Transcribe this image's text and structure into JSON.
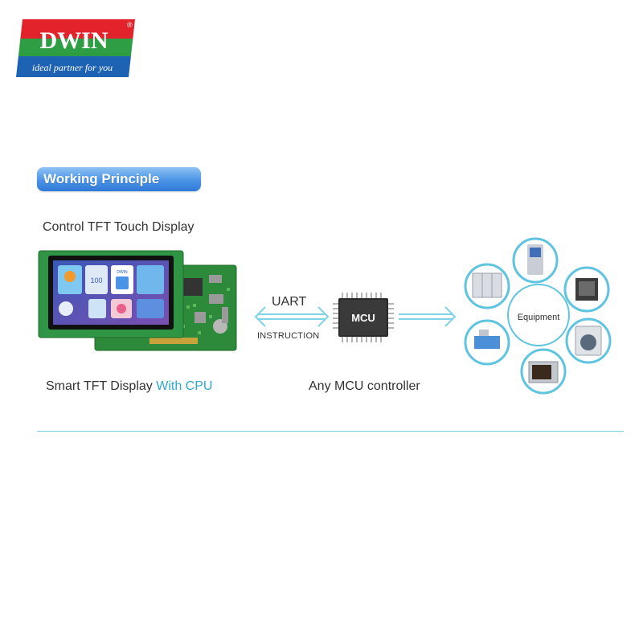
{
  "logo": {
    "brand": "DWIN",
    "registered": "®",
    "tagline": "ideal partner for you"
  },
  "section_title": "Working Principle",
  "heading": "Control TFT Touch Display",
  "display_screen_logo": "DWIN",
  "display_screen_value": "100",
  "uart_label": "UART",
  "instruction_label": "INSTRUCTION",
  "mcu_label": "MCU",
  "caption_left_plain": "Smart TFT Display",
  "caption_left_accent": "With CPU",
  "caption_mid": "Any MCU controller",
  "equipment_label": "Equipment",
  "colors": {
    "accent": "#2ea8cc",
    "arrow": "#7fd3e8",
    "pcb_green": "#2d8a3a",
    "logo_red": "#e3232c",
    "logo_green": "#2e9e44",
    "logo_blue": "#1e62b3"
  }
}
